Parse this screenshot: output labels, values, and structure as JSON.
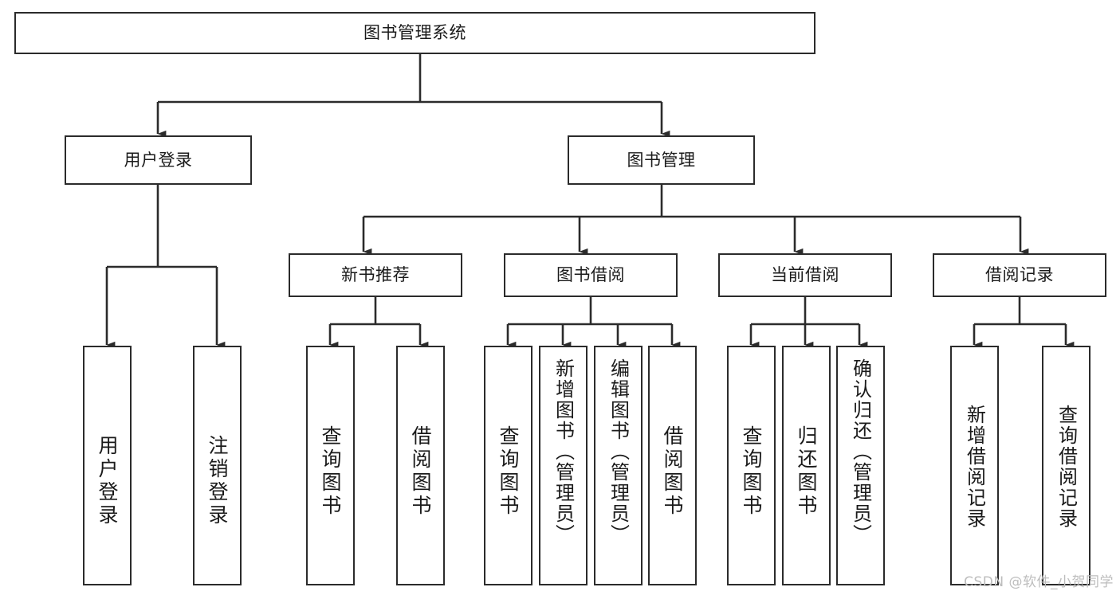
{
  "diagram": {
    "type": "hierarchy-tree",
    "title": "图书管理系统",
    "watermark": "CSDN @软件_小贺同学",
    "colors": {
      "stroke": "#2b2b2b",
      "fill": "#ffffff",
      "text": "#1a1a1a",
      "watermark": "#bdbdbd"
    },
    "levels": {
      "root": {
        "label": "图书管理系统"
      },
      "level2": [
        {
          "id": "user-login",
          "label": "用户登录"
        },
        {
          "id": "book-manage",
          "label": "图书管理"
        }
      ],
      "level3": [
        {
          "id": "new-book-recommend",
          "label": "新书推荐"
        },
        {
          "id": "book-borrow",
          "label": "图书借阅"
        },
        {
          "id": "current-borrow",
          "label": "当前借阅"
        },
        {
          "id": "borrow-record",
          "label": "借阅记录"
        }
      ],
      "leaves": {
        "user-login": [
          {
            "id": "leaf-user-login",
            "label": "用户登录"
          },
          {
            "id": "leaf-logout-login",
            "label": "注销登录"
          }
        ],
        "new-book-recommend": [
          {
            "id": "leaf-query-book-1",
            "label": "查询图书"
          },
          {
            "id": "leaf-borrow-book-1",
            "label": "借阅图书"
          }
        ],
        "book-borrow": [
          {
            "id": "leaf-query-book-2",
            "label": "查询图书"
          },
          {
            "id": "leaf-add-book",
            "label": "新增图书（管理员）"
          },
          {
            "id": "leaf-edit-book",
            "label": "编辑图书（管理员）"
          },
          {
            "id": "leaf-borrow-book-2",
            "label": "借阅图书"
          }
        ],
        "current-borrow": [
          {
            "id": "leaf-query-book-3",
            "label": "查询图书"
          },
          {
            "id": "leaf-return-book",
            "label": "归还图书"
          },
          {
            "id": "leaf-confirm-return",
            "label": "确认归还（管理员）"
          }
        ],
        "borrow-record": [
          {
            "id": "leaf-add-record",
            "label": "新增借阅记录"
          },
          {
            "id": "leaf-query-record",
            "label": "查询借阅记录"
          }
        ]
      }
    }
  }
}
